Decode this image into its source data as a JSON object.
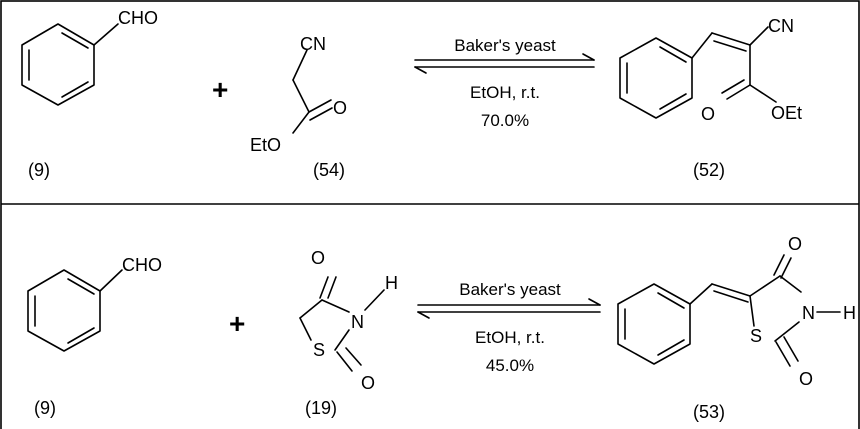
{
  "reaction1": {
    "reactant1": {
      "group": "CHO",
      "label": "(9)"
    },
    "plus": "+",
    "reactant2": {
      "nitrile": "CN",
      "carbonyl_o": "O",
      "ester": "EtO",
      "label": "(54)"
    },
    "conditions": {
      "reagent": "Baker's yeast",
      "solvent": "EtOH, r.t.",
      "yield": "70.0%"
    },
    "product": {
      "nitrile": "CN",
      "carbonyl_o": "O",
      "ester": "OEt",
      "label": "(52)"
    }
  },
  "reaction2": {
    "reactant1": {
      "group": "CHO",
      "label": "(9)"
    },
    "plus": "+",
    "reactant2": {
      "oxo_top": "O",
      "nitrogen": "N",
      "hydrogen": "H",
      "sulfur": "S",
      "oxo_bottom": "O",
      "label": "(19)"
    },
    "conditions": {
      "reagent": "Baker's yeast",
      "solvent": "EtOH, r.t.",
      "yield": "45.0%"
    },
    "product": {
      "oxo_top": "O",
      "nitrogen": "N",
      "hydrogen": "H",
      "sulfur": "S",
      "oxo_bottom": "O",
      "label": "(53)"
    }
  }
}
